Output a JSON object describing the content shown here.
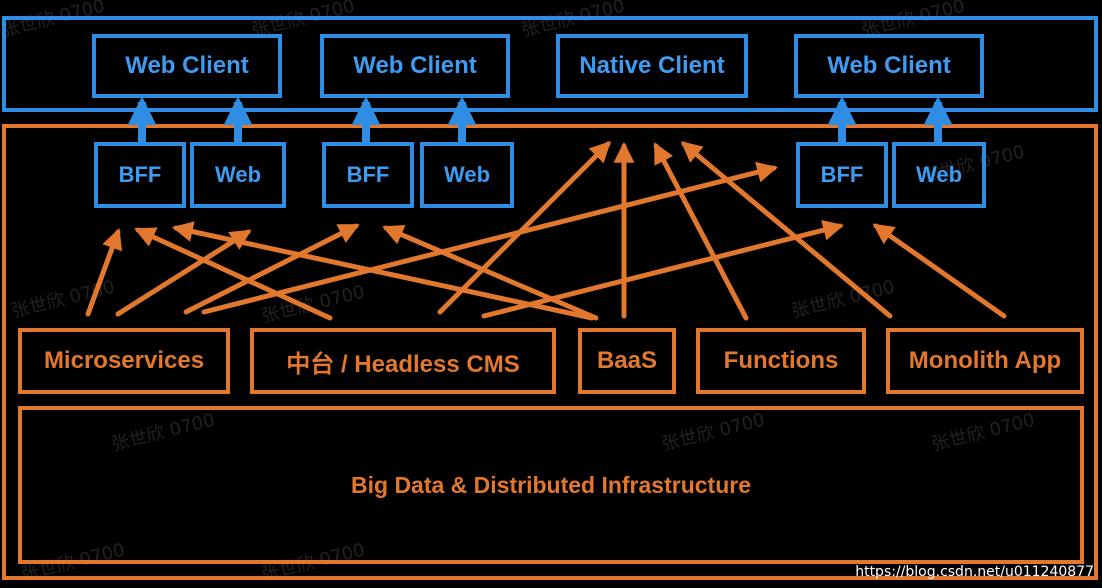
{
  "clients": [
    {
      "label": "Web Client"
    },
    {
      "label": "Web Client"
    },
    {
      "label": "Native Client"
    },
    {
      "label": "Web Client"
    }
  ],
  "gateways": [
    {
      "label": "BFF"
    },
    {
      "label": "Web"
    },
    {
      "label": "BFF"
    },
    {
      "label": "Web"
    },
    {
      "label": "BFF"
    },
    {
      "label": "Web"
    }
  ],
  "services": [
    {
      "label": "Microservices"
    },
    {
      "label": "中台 / Headless CMS"
    },
    {
      "label": "BaaS"
    },
    {
      "label": "Functions"
    },
    {
      "label": "Monolith App"
    }
  ],
  "infrastructure": {
    "label": "Big Data & Distributed Infrastructure"
  },
  "watermark": {
    "text": "张世欣 0700"
  },
  "footer": {
    "url": "https://blog.csdn.net/u011240877"
  },
  "colors": {
    "client": "#2f8de4",
    "service": "#e2772e",
    "background": "#000000"
  }
}
